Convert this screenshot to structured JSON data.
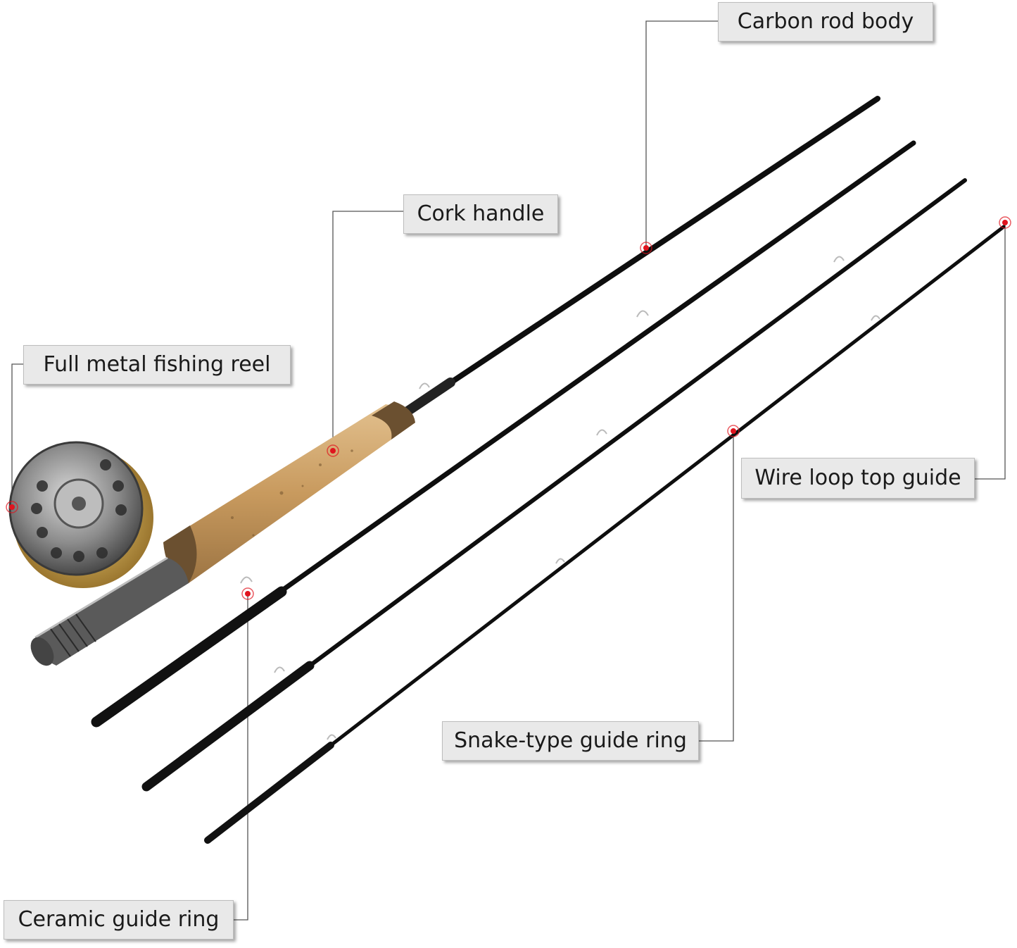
{
  "callouts": {
    "carbon_rod_body": "Carbon rod body",
    "cork_handle": "Cork handle",
    "full_metal_fishing_reel": "Full metal fishing reel",
    "wire_loop_top_guide": "Wire loop top guide",
    "snake_type_guide_ring": "Snake-type guide ring",
    "ceramic_guide_ring": "Ceramic guide ring"
  },
  "colors": {
    "label_background": "#e9e9e9",
    "leader_line": "#555555",
    "marker": "#e0141e",
    "rod": "#141414",
    "cork": "#c9a06a",
    "reel_metal": "#9a9a9a",
    "reel_gold": "#c9a24a"
  },
  "icons": [
    "fly-reel-icon",
    "cork-handle-icon",
    "rod-section-icon",
    "guide-ring-icon",
    "target-marker-icon"
  ]
}
